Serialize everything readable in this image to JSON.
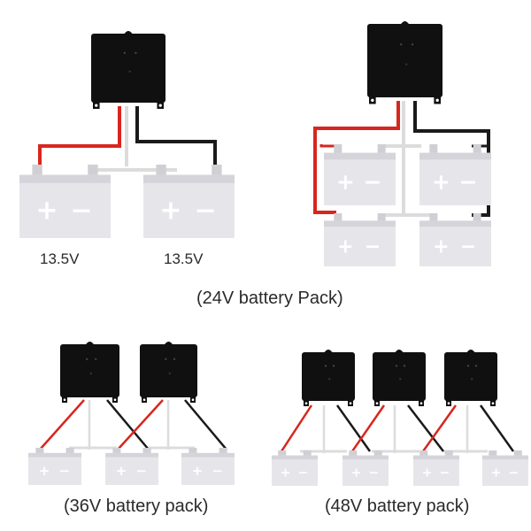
{
  "top_left": {
    "voltage_labels": [
      "13.5V",
      "13.5V"
    ]
  },
  "captions": {
    "pack_24v": "(24V battery Pack)",
    "pack_36v": "(36V battery pack)",
    "pack_48v": "(48V battery pack)"
  },
  "battery_terminal_symbols": {
    "positive": "+",
    "negative": "−"
  },
  "colors": {
    "positive_wire": "#d8261e",
    "negative_wire": "#1a1a1a",
    "link_wire": "#dcdcdc",
    "balancer_body": "#101010",
    "battery_body": "#e6e6ea",
    "battery_symbol": "#ffffff"
  }
}
